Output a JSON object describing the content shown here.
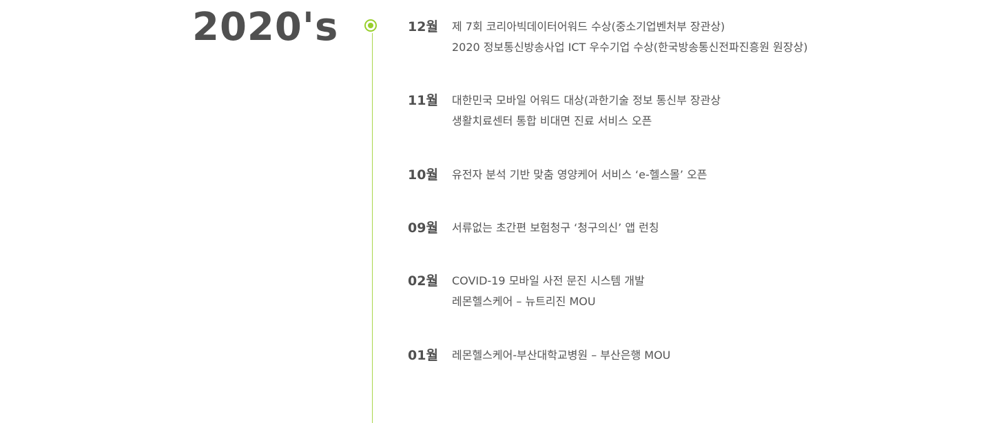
{
  "history": {
    "decade": "2020's",
    "events": [
      {
        "month": "12월",
        "items": [
          "제 7회 코리아빅데이터어워드 수상(중소기업벤처부 장관상)",
          "2020 정보통신방송사업 ICT 우수기업 수상(한국방송통신전파진흥원 원장상)"
        ]
      },
      {
        "month": "11월",
        "items": [
          "대한민국 모바일 어워드 대상(과한기술 정보 통신부 장관상",
          "생활치료센터 통합 비대면 진료 서비스 오픈"
        ]
      },
      {
        "month": "10월",
        "items": [
          "유전자 분석 기반 맞춤 영양케어 서비스 ‘e-헬스몰’ 오픈"
        ]
      },
      {
        "month": "09월",
        "items": [
          "서류없는 초간편 보험청구 ‘청구의신’ 앱 런칭"
        ]
      },
      {
        "month": "02월",
        "items": [
          "COVID-19 모바일 사전 문진 시스템 개발",
          "레몬헬스케어 – 뉴트리진 MOU"
        ]
      },
      {
        "month": "01월",
        "items": [
          "레몬헬스케어-부산대학교병원 – 부산은행 MOU"
        ]
      }
    ]
  }
}
